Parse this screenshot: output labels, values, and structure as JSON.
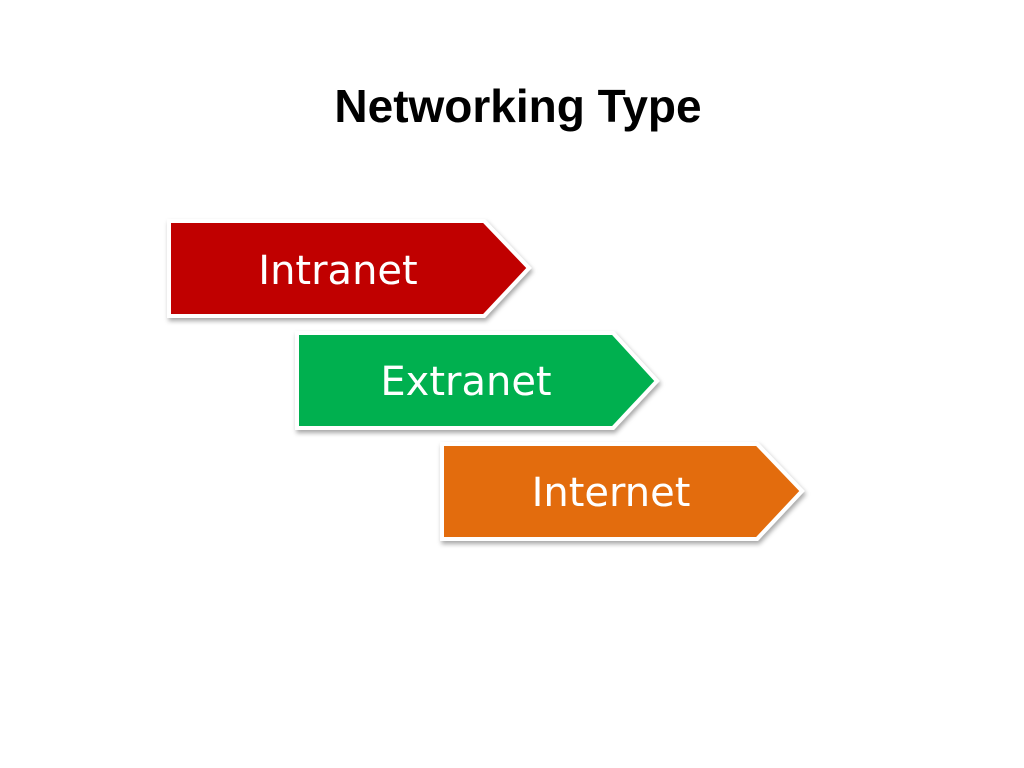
{
  "slide": {
    "title": "Networking Type"
  },
  "steps": [
    {
      "label": "Intranet",
      "color": "#c00000"
    },
    {
      "label": "Extranet",
      "color": "#00b050"
    },
    {
      "label": "Internet",
      "color": "#e36c0a"
    }
  ]
}
